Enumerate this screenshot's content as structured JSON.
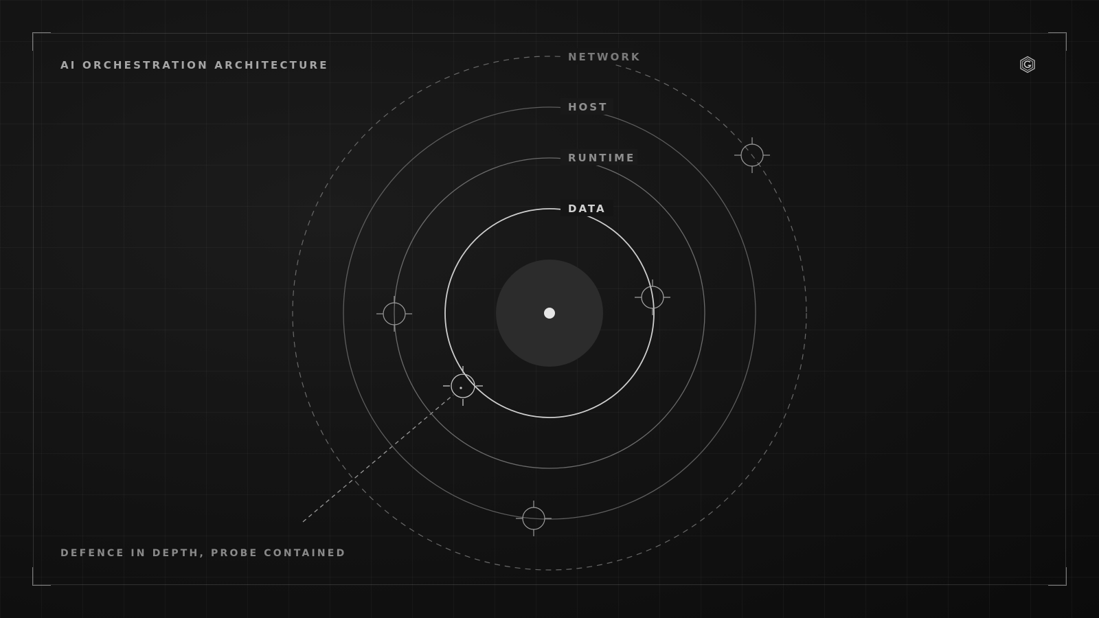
{
  "header": {
    "title": "AI ORCHESTRATION ARCHITECTURE"
  },
  "footer": {
    "caption": "DEFENCE IN DEPTH, PROBE CONTAINED"
  },
  "logo": {
    "icon": "hexagon-g-logo-icon"
  },
  "diagram": {
    "rings": [
      {
        "label": "NETWORK",
        "style": "dashed"
      },
      {
        "label": "HOST",
        "style": "solid"
      },
      {
        "label": "RUNTIME",
        "style": "solid"
      },
      {
        "label": "DATA",
        "style": "solid-bright"
      }
    ],
    "core": {
      "icon": "core-dot-icon"
    },
    "nodes_icon": "crosshair-node-icon",
    "probe_path_style": "dashed"
  },
  "colors": {
    "background": "#111111",
    "text_primary": "#a6a6a6",
    "text_muted": "#8a8a8a",
    "ring_outer": "#5a5a5a",
    "ring_inner": "#cfcfcf",
    "core_fill": "#2c2c2c",
    "core_dot": "#e6e6e6"
  }
}
